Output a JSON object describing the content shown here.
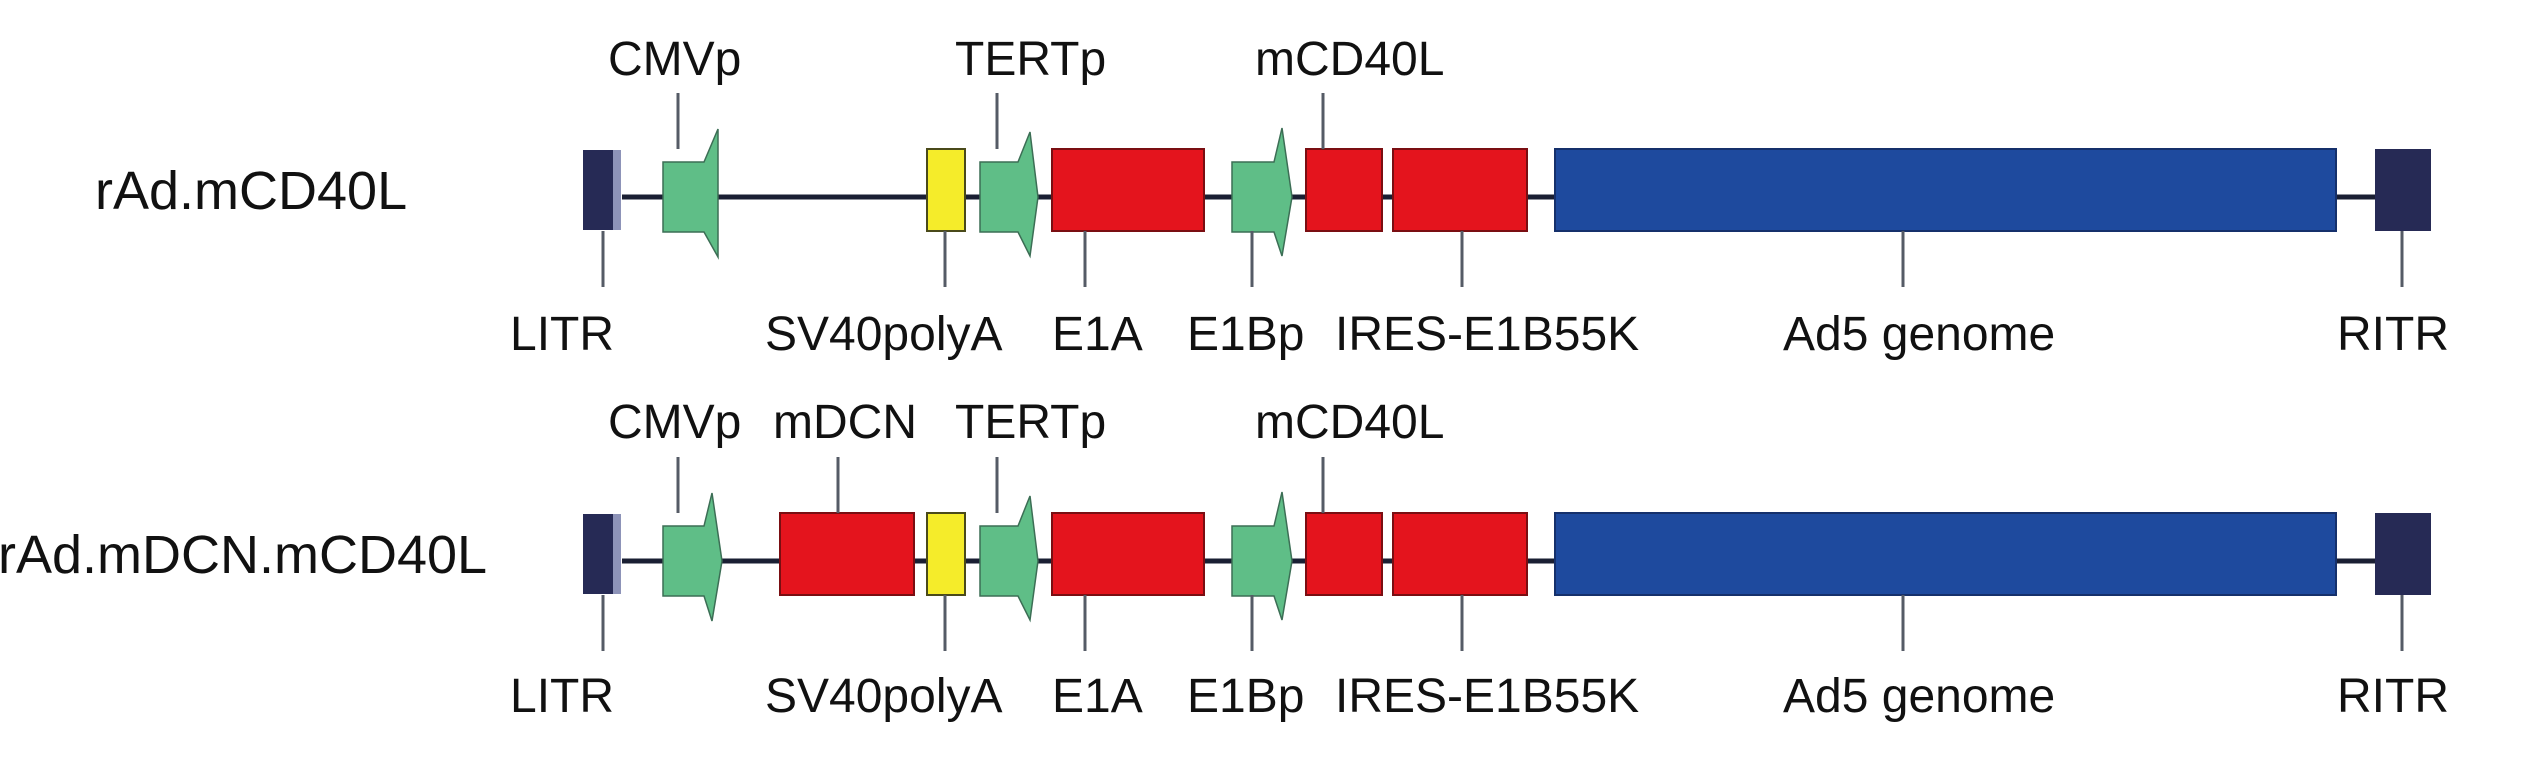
{
  "constructs": [
    {
      "name": "rAd.mCD40L",
      "features": {
        "litr": "LITR",
        "cmvp": "CMVp",
        "sv40polya": "SV40polyA",
        "tertp": "TERTp",
        "e1a": "E1A",
        "e1bp": "E1Bp",
        "mcd40l": "mCD40L",
        "ires_e1b55k": "IRES-E1B55K",
        "ad5_genome": "Ad5 genome",
        "ritr": "RITR"
      }
    },
    {
      "name": "rAd.mDCN.mCD40L",
      "features": {
        "litr": "LITR",
        "cmvp": "CMVp",
        "mdcn": "mDCN",
        "sv40polya": "SV40polyA",
        "tertp": "TERTp",
        "e1a": "E1A",
        "e1bp": "E1Bp",
        "mcd40l": "mCD40L",
        "ires_e1b55k": "IRES-E1B55K",
        "ad5_genome": "Ad5 genome",
        "ritr": "RITR"
      }
    }
  ],
  "colors": {
    "itr": "#262a55",
    "promoter": "#5fbe87",
    "polya": "#f5ec2a",
    "gene": "#e4141d",
    "genome": "#1e4a9e",
    "backbone": "#1a1f33",
    "tick": "#555b66"
  }
}
